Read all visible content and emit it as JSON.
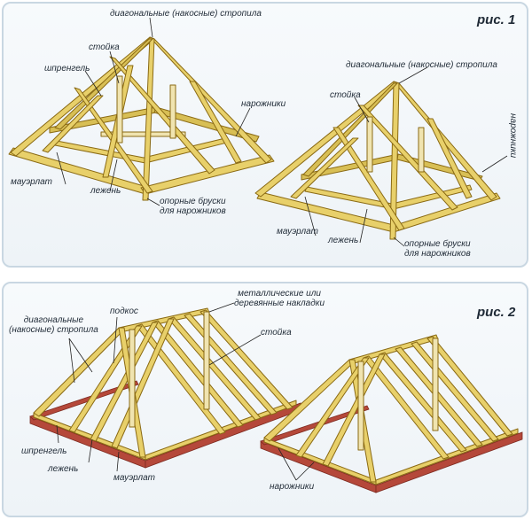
{
  "figure1": {
    "caption": "рис. 1",
    "labels": {
      "diag_top": "диагональные (накосные) стропила",
      "diag_right": "диагональные (накосные) стропила",
      "stoyka_left": "стойка",
      "stoyka_right": "стойка",
      "shprengel": "шпренгель",
      "narozhniki_left": "нарожники",
      "narozhniki_right": "нарожники",
      "mauerlat_left": "мауэрлат",
      "mauerlat_right": "мауэрлат",
      "lezhen_left": "лежень",
      "lezhen_right": "лежень",
      "opor_left": "опорные бруски\nдля нарожников",
      "opor_right": "опорные бруски\nдля нарожников"
    }
  },
  "figure2": {
    "caption": "рис. 2",
    "labels": {
      "diag": "диагональные\n(накосные) стропила",
      "podkos": "подкос",
      "metal": "металлические или\nдеревянные накладки",
      "stoyka": "стойка",
      "shprengel": "шпренгель",
      "lezhen": "лежень",
      "mauerlat": "мауэрлат",
      "narozhniki": "нарожники"
    }
  },
  "colors": {
    "timber_fill": "#e8d06a",
    "timber_stroke": "#8a6a14",
    "timber_light": "#f0e4b0",
    "brick": "#b5483a",
    "leader": "#222222"
  }
}
